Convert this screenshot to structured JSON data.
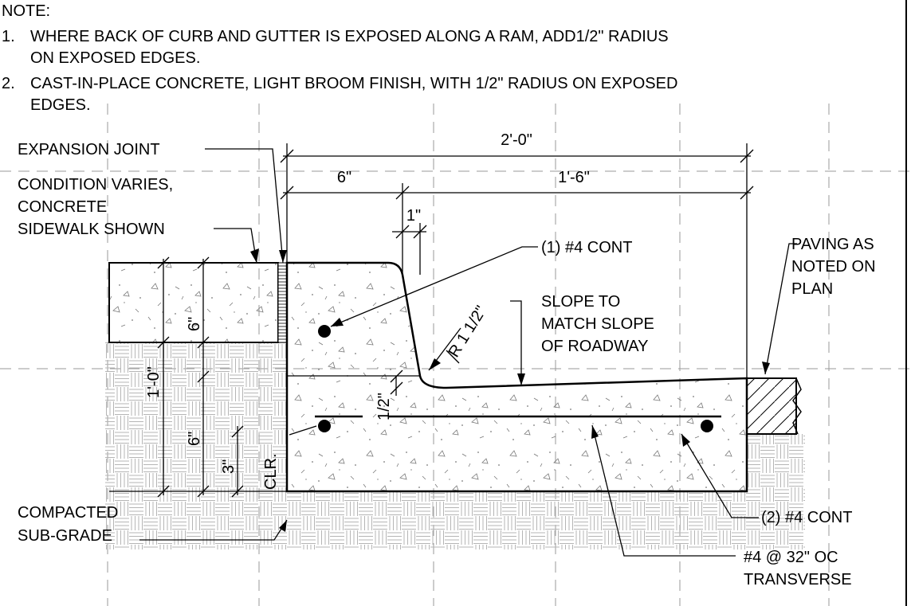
{
  "notes": {
    "heading": "NOTE:",
    "items": [
      {
        "num": "1.",
        "line1": "WHERE BACK OF CURB AND GUTTER IS EXPOSED ALONG A RAM, ADD1/2\" RADIUS",
        "line2": "ON EXPOSED EDGES."
      },
      {
        "num": "2.",
        "line1": "CAST-IN-PLACE CONCRETE, LIGHT BROOM FINISH, WITH 1/2\" RADIUS ON EXPOSED",
        "line2": "EDGES."
      }
    ]
  },
  "dimensions": {
    "overall_width": "2'-0\"",
    "curb_width": "6\"",
    "gutter_width": "1'-6\"",
    "batter": "1\"",
    "curb_radius": "R 1 1/2\"",
    "gutter_drop": "1/2\"",
    "total_height": "1'-0\"",
    "sidewalk_depth": "6\"",
    "gutter_depth": "6\"",
    "clearance": "3\"",
    "clearance_label": "CLR."
  },
  "callouts": {
    "expansion_joint": "EXPANSION JOINT",
    "condition": [
      "CONDITION VARIES,",
      "CONCRETE",
      "SIDEWALK SHOWN"
    ],
    "top_bar": "(1) #4 CONT",
    "slope": [
      "SLOPE TO",
      "MATCH SLOPE",
      "OF ROADWAY"
    ],
    "paving": [
      "PAVING AS",
      "NOTED ON",
      "PLAN"
    ],
    "subgrade": [
      "COMPACTED",
      "SUB-GRADE"
    ],
    "bottom_bars": "(2) #4 CONT",
    "transverse": [
      "#4 @ 32\" OC",
      "TRANSVERSE"
    ]
  },
  "colors": {
    "line": "#000000",
    "grid": "#9a9a9a",
    "hatch": "#b8b8b8"
  }
}
